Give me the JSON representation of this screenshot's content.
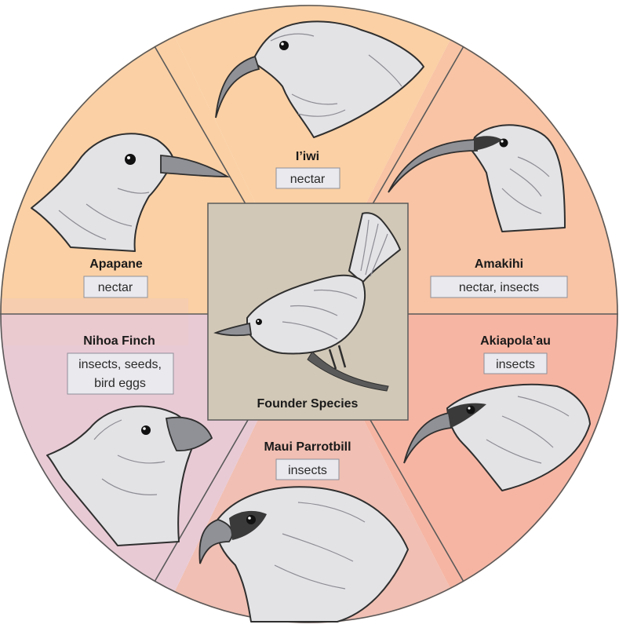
{
  "colors": {
    "wedge_orange": "#fbd0a4",
    "wedge_salmon": "#f6b6a2",
    "wedge_mauve": "#e7cbd5",
    "center_box": "#d2c8b7",
    "divider": "#5a5a5a",
    "label_box": "#e9e9ee"
  },
  "center": {
    "title": "Founder Species",
    "icon": "songbird-on-branch"
  },
  "species": [
    {
      "name": "I’iwi",
      "diet": [
        "nectar"
      ],
      "icon": "iiwi-head-icon"
    },
    {
      "name": "Amakihi",
      "diet": [
        "nectar, insects"
      ],
      "icon": "amakihi-head-icon"
    },
    {
      "name": "Akiapola’au",
      "diet": [
        "insects"
      ],
      "icon": "akiapolaau-head-icon"
    },
    {
      "name": "Maui Parrotbill",
      "diet": [
        "insects"
      ],
      "icon": "parrotbill-head-icon"
    },
    {
      "name": "Nihoa Finch",
      "diet": [
        "insects, seeds,",
        "bird eggs"
      ],
      "icon": "finch-head-icon"
    },
    {
      "name": "Apapane",
      "diet": [
        "nectar"
      ],
      "icon": "apapane-head-icon"
    }
  ]
}
